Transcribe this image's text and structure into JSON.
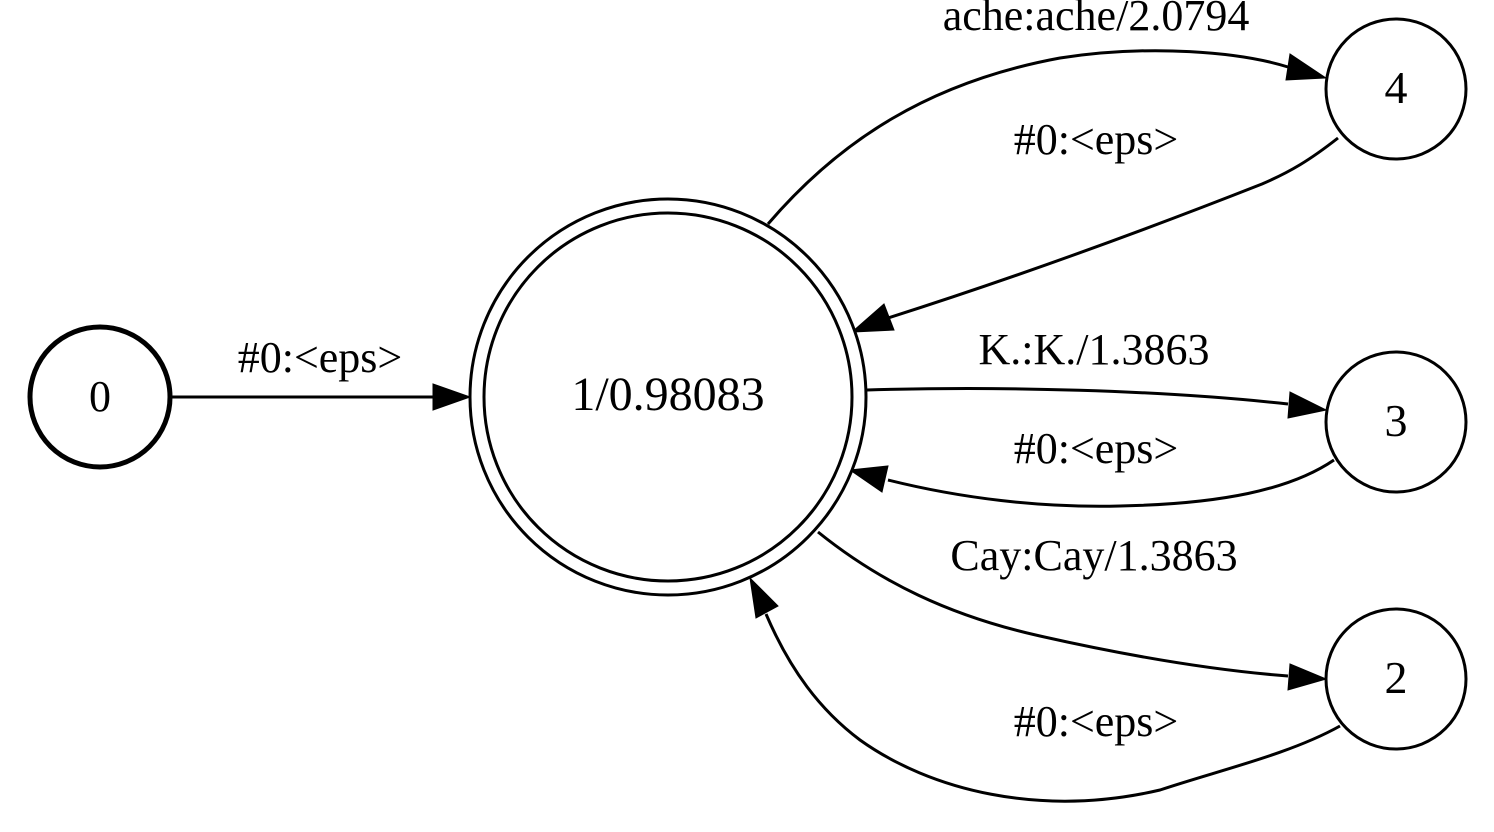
{
  "diagram": {
    "type": "finite-state-transducer",
    "nodes": [
      {
        "id": "0",
        "label": "0",
        "start": true
      },
      {
        "id": "1",
        "label": "1/0.98083",
        "final": true
      },
      {
        "id": "2",
        "label": "2"
      },
      {
        "id": "3",
        "label": "3"
      },
      {
        "id": "4",
        "label": "4"
      }
    ],
    "edges": [
      {
        "from": "0",
        "to": "1",
        "label": "#0:<eps>"
      },
      {
        "from": "1",
        "to": "4",
        "label": "ache:ache/2.0794"
      },
      {
        "from": "4",
        "to": "1",
        "label": "#0:<eps>"
      },
      {
        "from": "1",
        "to": "3",
        "label": "K.:K./1.3863"
      },
      {
        "from": "3",
        "to": "1",
        "label": "#0:<eps>"
      },
      {
        "from": "1",
        "to": "2",
        "label": "Cay:Cay/1.3863"
      },
      {
        "from": "2",
        "to": "1",
        "label": "#0:<eps>"
      }
    ]
  }
}
